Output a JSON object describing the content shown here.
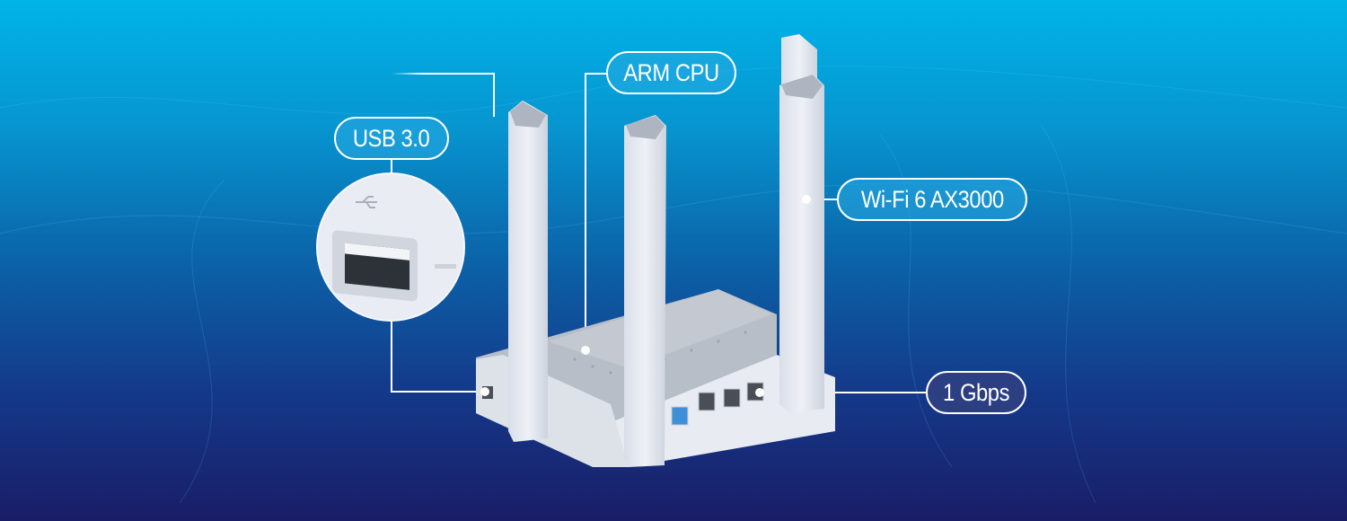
{
  "callouts": {
    "usb": {
      "label": "USB 3.0"
    },
    "cpu": {
      "label": "ARM CPU"
    },
    "wifi": {
      "label": "Wi-Fi 6 AX3000"
    },
    "ethernet": {
      "label": "1 Gbps"
    }
  },
  "colors": {
    "bg_top": "#00b4e8",
    "bg_bottom": "#1a1d66",
    "line": "#ffffff",
    "ethernet_pill": "#2b3f82"
  }
}
